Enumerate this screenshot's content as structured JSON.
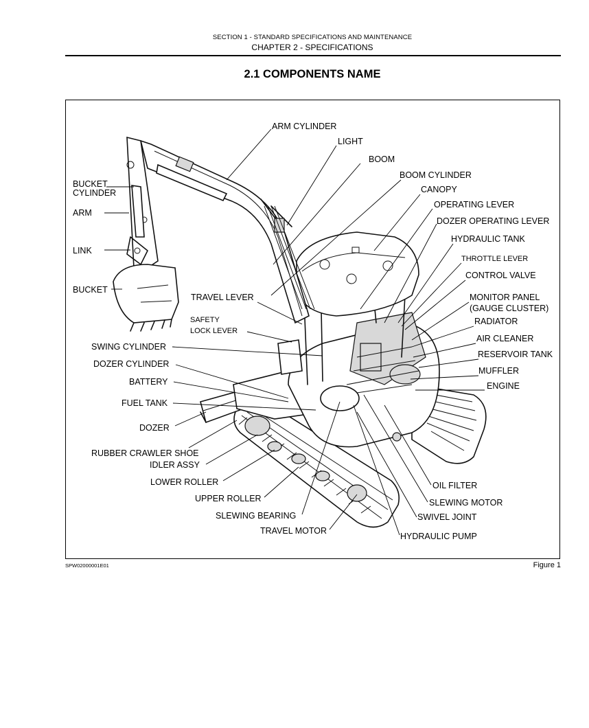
{
  "header": {
    "section": "SECTION 1 - STANDARD SPECIFICATIONS AND MAINTENANCE",
    "chapter": "CHAPTER 2 - SPECIFICATIONS"
  },
  "title": "2.1  COMPONENTS NAME",
  "footer": {
    "code": "SPW02000001E01",
    "figure": "Figure 1"
  },
  "labels": {
    "arm_cylinder": "ARM CYLINDER",
    "light": "LIGHT",
    "boom": "BOOM",
    "boom_cylinder": "BOOM CYLINDER",
    "canopy": "CANOPY",
    "operating_lever": "OPERATING LEVER",
    "dozer_operating_lever": "DOZER OPERATING LEVER",
    "hydraulic_tank": "HYDRAULIC TANK",
    "throttle_lever": "THROTTLE LEVER",
    "control_valve": "CONTROL VALVE",
    "monitor_panel": "MONITOR PANEL",
    "gauge_cluster": "(GAUGE CLUSTER)",
    "radiator": "RADIATOR",
    "air_cleaner": "AIR CLEANER",
    "reservoir_tank": "RESERVOIR TANK",
    "muffler": "MUFFLER",
    "engine": "ENGINE",
    "bucket_cylinder_1": "BUCKET",
    "bucket_cylinder_2": "CYLINDER",
    "arm": "ARM",
    "link": "LINK",
    "bucket": "BUCKET",
    "travel_lever": "TRAVEL LEVER",
    "safety_lock_lever_1": "SAFETY",
    "safety_lock_lever_2": "LOCK LEVER",
    "swing_cylinder": "SWING CYLINDER",
    "dozer_cylinder": "DOZER CYLINDER",
    "battery": "BATTERY",
    "fuel_tank": "FUEL TANK",
    "dozer": "DOZER",
    "rubber_crawler_shoe": "RUBBER CRAWLER SHOE",
    "idler_assy": "IDLER ASSY",
    "lower_roller": "LOWER ROLLER",
    "upper_roller": "UPPER ROLLER",
    "slewing_bearing": "SLEWING BEARING",
    "travel_motor": "TRAVEL MOTOR",
    "oil_filter": "OIL FILTER",
    "slewing_motor": "SLEWING MOTOR",
    "swivel_joint": "SWIVEL JOINT",
    "hydraulic_pump": "HYDRAULIC PUMP"
  }
}
